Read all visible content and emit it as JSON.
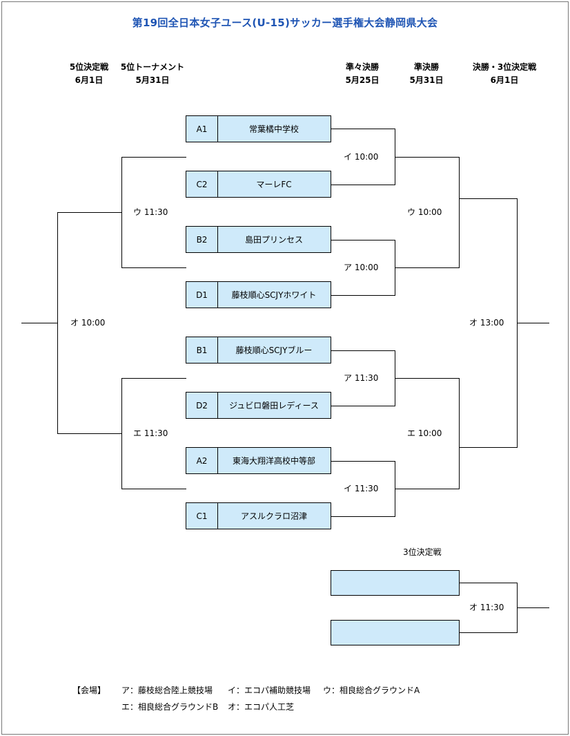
{
  "title": "第19回全日本女子ユース(U-15)サッカー選手権大会静岡県大会",
  "headers": {
    "fifth_final": {
      "label": "5位決定戦",
      "date": "6月1日"
    },
    "fifth_tournament": {
      "label": "5位トーナメント",
      "date": "5月31日"
    },
    "quarterfinal": {
      "label": "準々決勝",
      "date": "5月25日"
    },
    "semifinal": {
      "label": "準決勝",
      "date": "5月31日"
    },
    "final": {
      "label": "決勝・3位決定戦",
      "date": "6月1日"
    }
  },
  "teams": [
    {
      "seed": "A1",
      "name": "常葉橘中学校"
    },
    {
      "seed": "C2",
      "name": "マーレFC"
    },
    {
      "seed": "B2",
      "name": "島田プリンセス"
    },
    {
      "seed": "D1",
      "name": "藤枝順心SCJYホワイト"
    },
    {
      "seed": "B1",
      "name": "藤枝順心SCJYブルー"
    },
    {
      "seed": "D2",
      "name": "ジュビロ磐田レディース"
    },
    {
      "seed": "A2",
      "name": "東海大翔洋高校中等部"
    },
    {
      "seed": "C1",
      "name": "アスルクラロ沼津"
    }
  ],
  "matches": {
    "qf1": "イ  10:00",
    "qf2": "ア  10:00",
    "qf3": "ア  11:30",
    "qf4": "イ  11:30",
    "sf1": "ウ  10:00",
    "sf2": "エ  10:00",
    "final": "オ  13:00",
    "c5_1": "ウ  11:30",
    "c5_2": "エ  11:30",
    "c5_final": "オ  10:00",
    "third": "オ  11:30"
  },
  "third_place_title": "3位決定戦",
  "venues": {
    "label": "【会場】",
    "line1": [
      "ア：藤枝総合陸上競技場",
      "イ：エコパ補助競技場",
      "ウ：相良総合グラウンドA"
    ],
    "line2": [
      "エ：相良総合グラウンドB",
      "オ：エコパ人工芝"
    ]
  }
}
